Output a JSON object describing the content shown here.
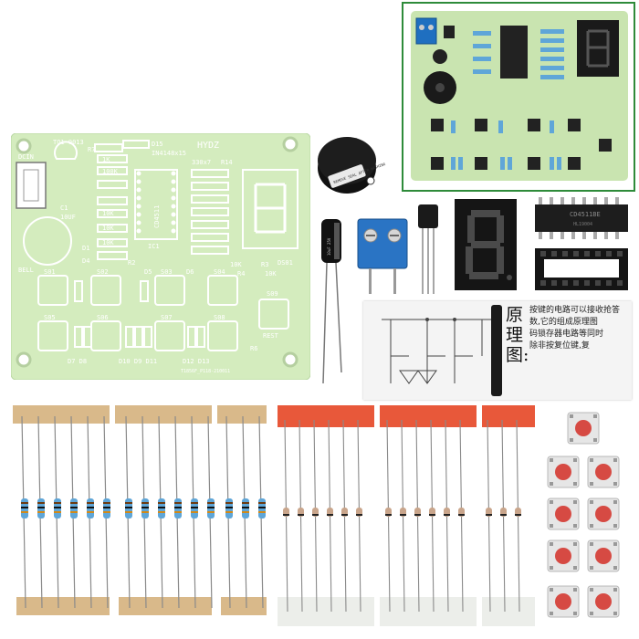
{
  "pcb": {
    "brand": "HYDZ",
    "labels": {
      "dcin": "DCIN",
      "to1": "TO1 9013",
      "r7": "R7",
      "d15": "D15",
      "in4148": "IN4148x15",
      "r_1k": "1K",
      "r_100k": "100K",
      "r_10k_a": "10K",
      "r_10k_b": "10K",
      "r_10k_c": "10K",
      "c1": "C1",
      "c_10uf": "10UF",
      "d1": "D1",
      "d4": "D4",
      "r2": "R2",
      "r14": "R14",
      "r_330": "330x7",
      "ic1": "IC1",
      "chip": "CD4511",
      "bell": "BELL",
      "r3": "R3",
      "r3_val": "10K",
      "r4": "R4",
      "r4_val": "10K",
      "ds01": "DS01",
      "s01": "S01",
      "s02": "S02",
      "s03": "S03",
      "s04": "S04",
      "s05": "S05",
      "s06": "S06",
      "s07": "S07",
      "s08": "S08",
      "s09": "S09",
      "rest": "REST",
      "r6": "R6",
      "d5": "D5",
      "d6": "D6",
      "d7d8": "D7 D8",
      "d10d11": "D10 D9 D11",
      "d12d13": "D12 D13",
      "board_code": "T1856F_P118-210011"
    }
  },
  "parts": {
    "buzzer_label": "REMOVE SEAL AFTER WASHING",
    "capacitor_label": "10uF 25V",
    "ic_label": "CD4511BE",
    "ic_sub": "HL19004"
  },
  "manual": {
    "title": "原理图:",
    "lines": [
      "按键的电路可以接收抢答",
      "数,它的组成原理图",
      "码锁存器电路等同时",
      "除非按复位键,复"
    ]
  },
  "colors": {
    "pcb_green": "#d2ecbd",
    "inset_border": "#2e8b3a",
    "resistor_body": "#5fa6d8",
    "tape_paper": "#d9b98a",
    "tape_red": "#e8583a",
    "button_red": "#d64a43"
  }
}
